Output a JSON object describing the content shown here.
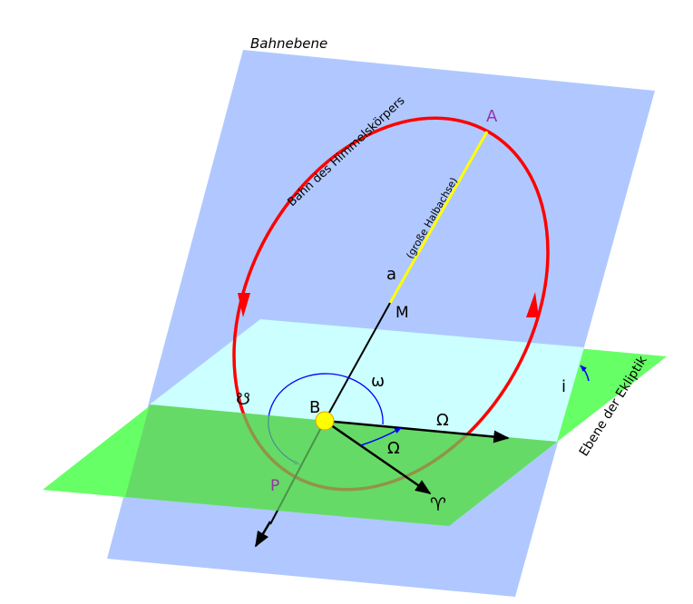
{
  "labels": {
    "orbital_plane": "Bahnebene",
    "orbit": "Bahn des Himmelskörpers",
    "semi_major_symbol": "a",
    "semi_major_text": "(große Halbachse)",
    "center": "M",
    "apoapsis": "A",
    "body": "B",
    "periapsis": "P",
    "arg_periapsis": "ω",
    "descending_node": "☋",
    "ascending_node": "Ω",
    "longitude_node": "Ω",
    "vernal_equinox": "♈",
    "inclination": "i",
    "ecliptic_plane": "Ebene der Ekliptik"
  },
  "colors": {
    "orbital_plane": "#b0c8ff",
    "ecliptic": "#66ff66",
    "ecliptic_shaded": "#66cc66",
    "ecliptic_upper": "#ccffff",
    "orbit": "#ff0000",
    "semi_major": "#ffff00",
    "angles": "#0000ff",
    "point_label": "#9933aa"
  }
}
